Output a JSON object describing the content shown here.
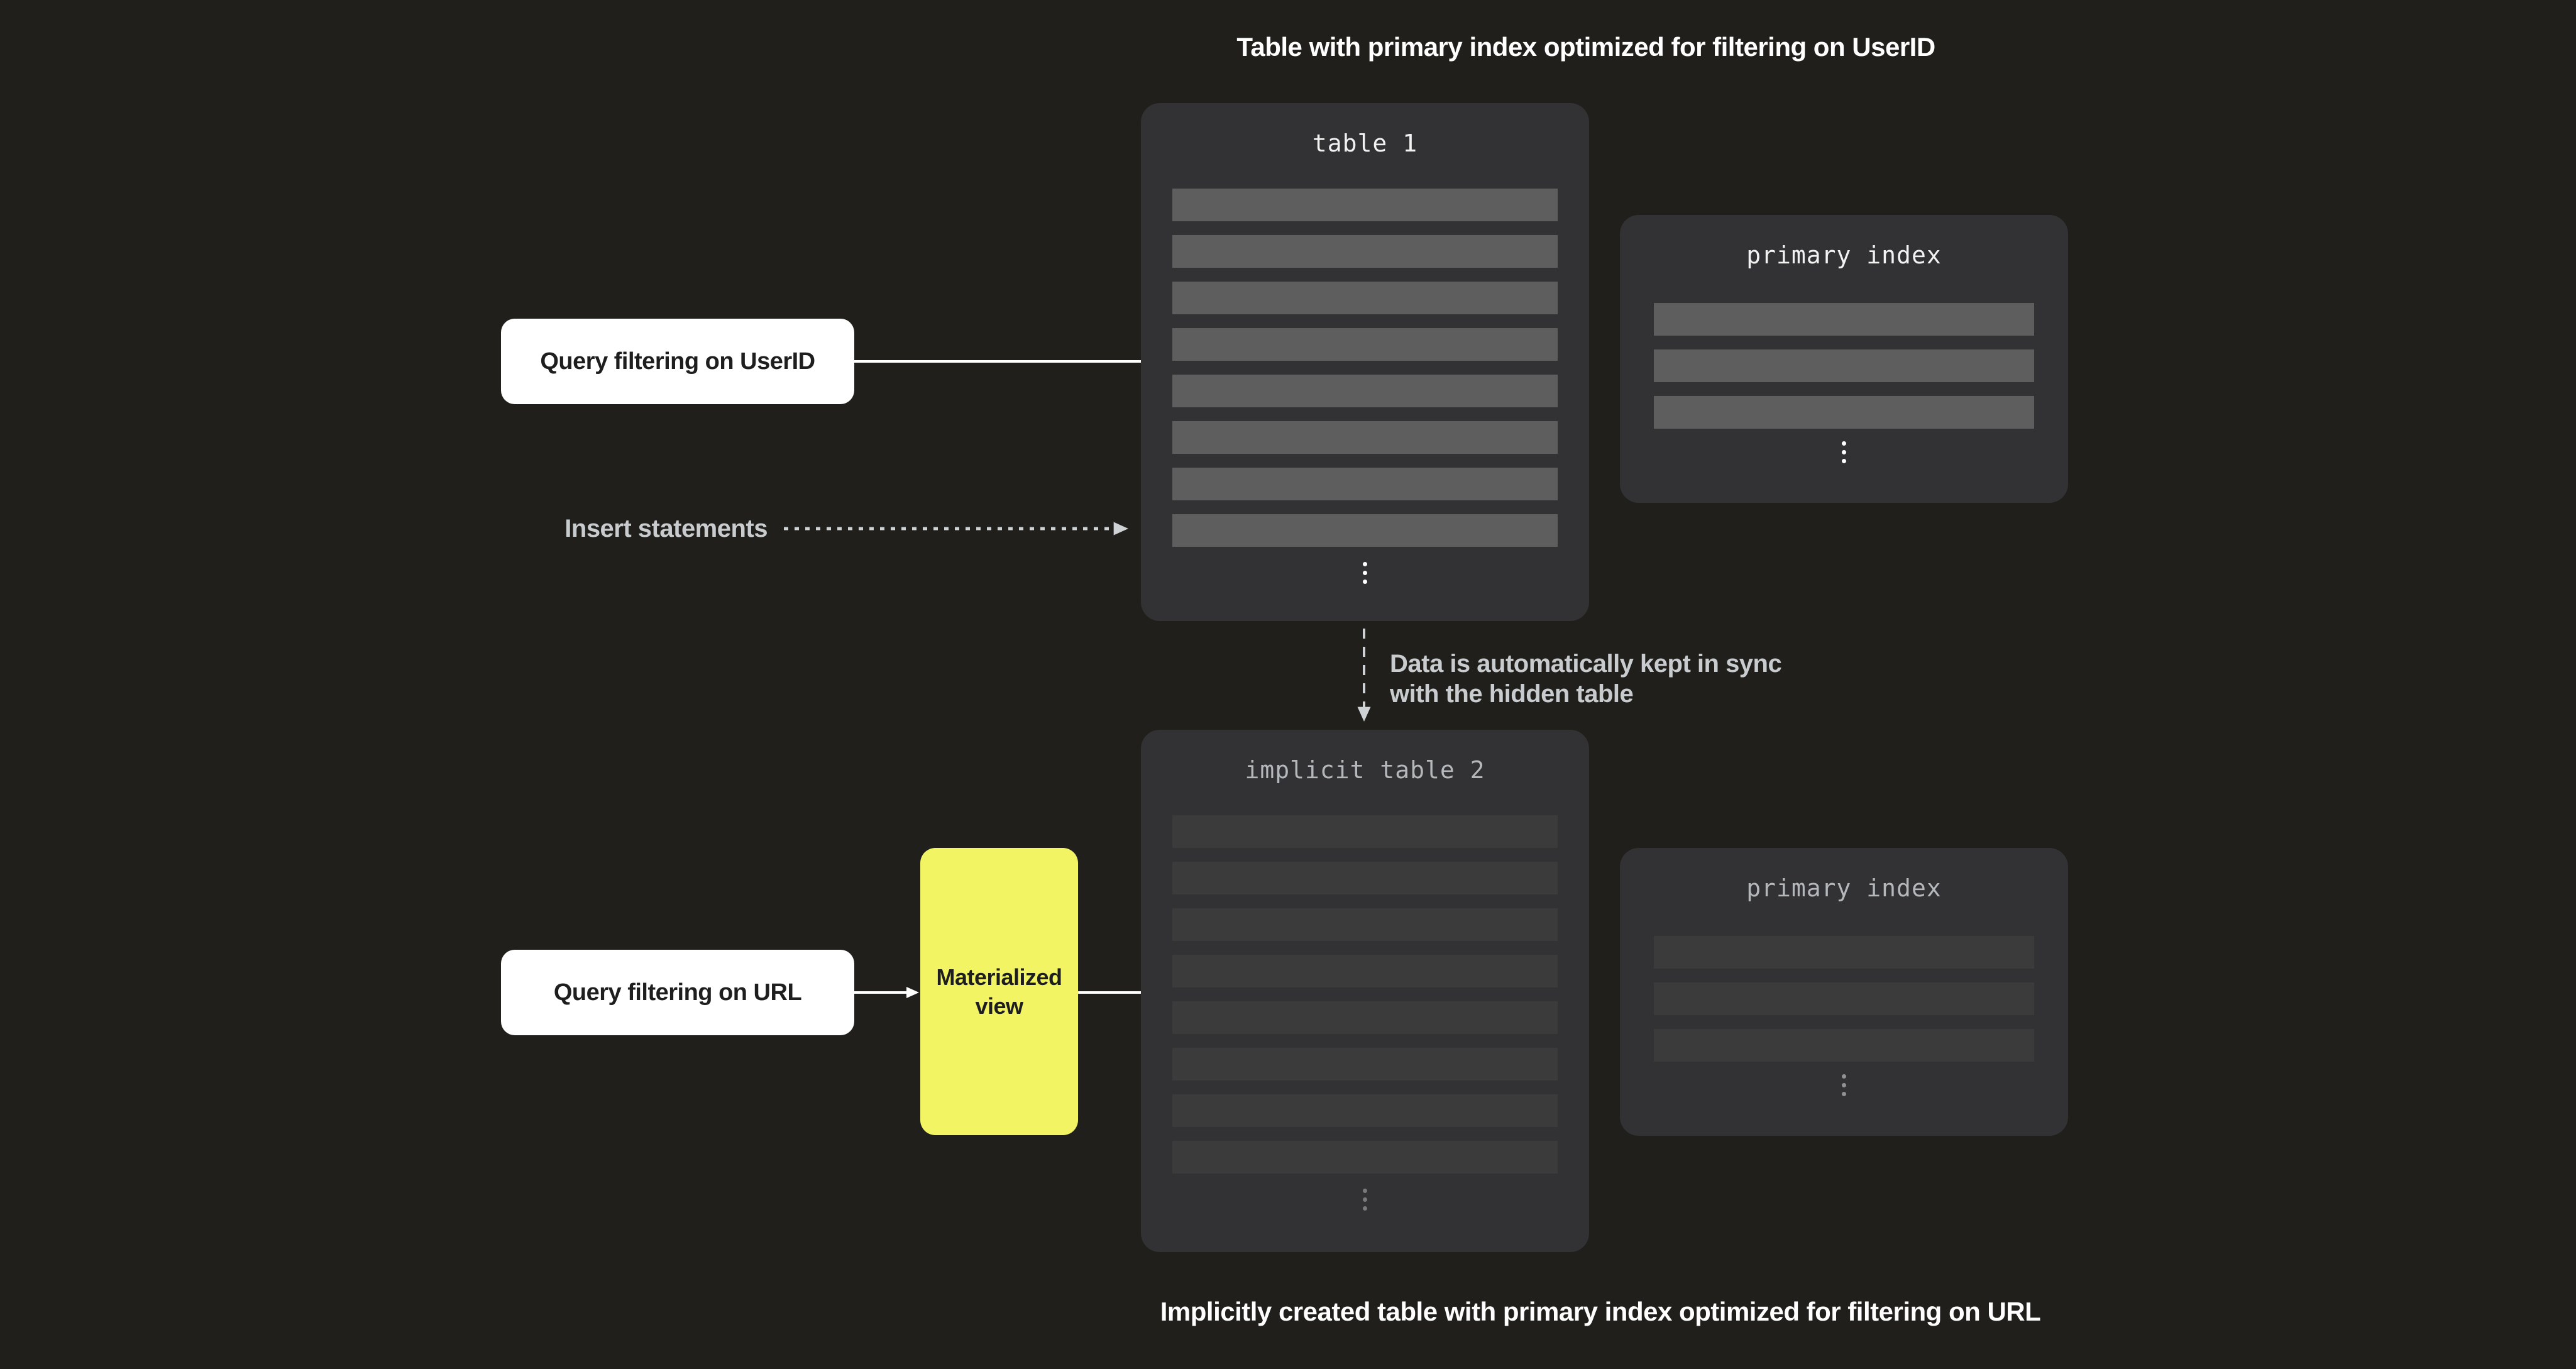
{
  "captions": {
    "top": "Table with primary index optimized for filtering on UserID",
    "bottom": "Implicitly created table with primary index optimized for filtering on URL"
  },
  "panels": {
    "table1": {
      "title": "table 1",
      "row_count": 8
    },
    "index_top": {
      "title": "primary index",
      "row_count": 3
    },
    "table2": {
      "title": "implicit table 2",
      "row_count": 8
    },
    "index_bottom": {
      "title": "primary index",
      "row_count": 3
    }
  },
  "nodes": {
    "query_userid": {
      "label": "Query filtering on UserID"
    },
    "query_url": {
      "label": "Query filtering on URL"
    },
    "materialized_view": {
      "label": "Materialized view"
    }
  },
  "annotations": {
    "insert_statements": "Insert statements",
    "sync_line1": "Data is automatically kept in sync",
    "sync_line2": "with the hidden table"
  },
  "colors": {
    "background": "#201f1b",
    "panel": "#323234",
    "row_bright": "#5e5e5e",
    "row_dim": "#3b3b3c",
    "node_white": "#ffffff",
    "accent_yellow": "#f2f463",
    "text_dark": "#1e1e1e",
    "text_white": "#ffffff",
    "text_gray": "#c9cccf",
    "mono_title_gray": "#b4b8ba",
    "arrow_white": "#ffffff",
    "arrow_gray": "#ced2d4"
  }
}
